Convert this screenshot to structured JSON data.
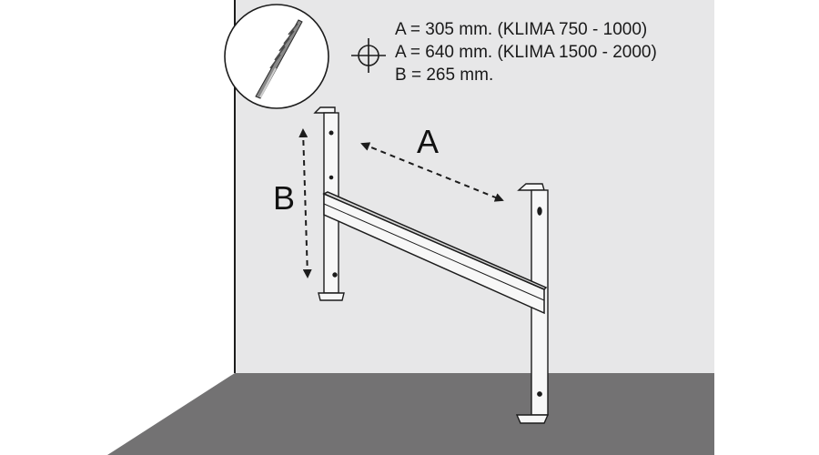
{
  "colors": {
    "wall": "#e7e7e8",
    "floor": "#737273",
    "outline": "#1c1c1c",
    "rail": "#f7f7f7"
  },
  "icons": {
    "drill_bit": "drill-bit-icon",
    "drill_hole": "crosshair-icon"
  },
  "dimensions": {
    "a_label": "A",
    "b_label": "B"
  },
  "specs": [
    "A = 305 mm. (KLIMA 750 - 1000)",
    "A = 640 mm. (KLIMA 1500 - 2000)",
    "B = 265 mm."
  ]
}
